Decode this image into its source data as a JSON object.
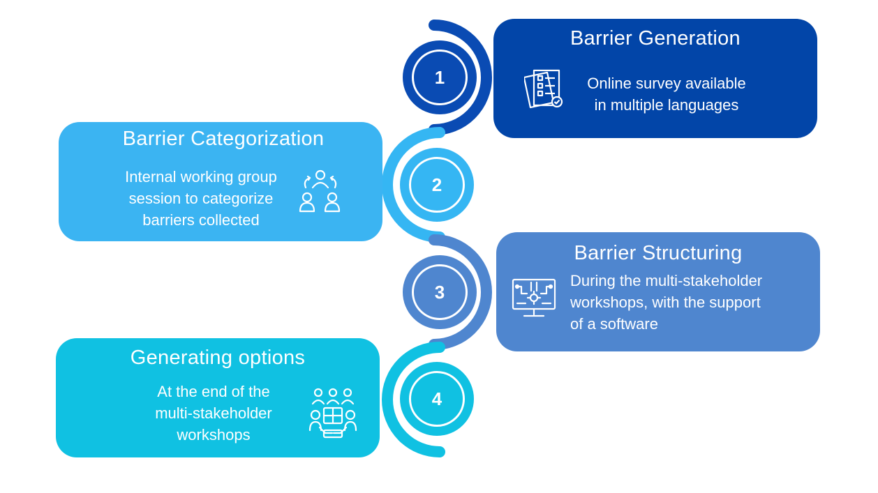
{
  "steps": [
    {
      "number": "1",
      "title": "Barrier Generation",
      "text_lines": [
        "Online survey available",
        "in multiple languages"
      ],
      "icon": "survey-document-icon",
      "color": "#0245a8"
    },
    {
      "number": "2",
      "title": "Barrier Categorization",
      "text_lines": [
        "Internal working group",
        "session to categorize",
        "barriers collected"
      ],
      "icon": "working-group-icon",
      "color": "#3bb4f2"
    },
    {
      "number": "3",
      "title": "Barrier Structuring",
      "text_lines": [
        "During the multi-stakeholder",
        "workshops, with the support",
        "of a software"
      ],
      "icon": "software-monitor-icon",
      "color": "#4f86cf"
    },
    {
      "number": "4",
      "title": "Generating options",
      "text_lines": [
        "At the end of the",
        "multi-stakeholder",
        "workshops"
      ],
      "icon": "stakeholders-puzzle-icon",
      "color": "#10c1e2"
    }
  ]
}
